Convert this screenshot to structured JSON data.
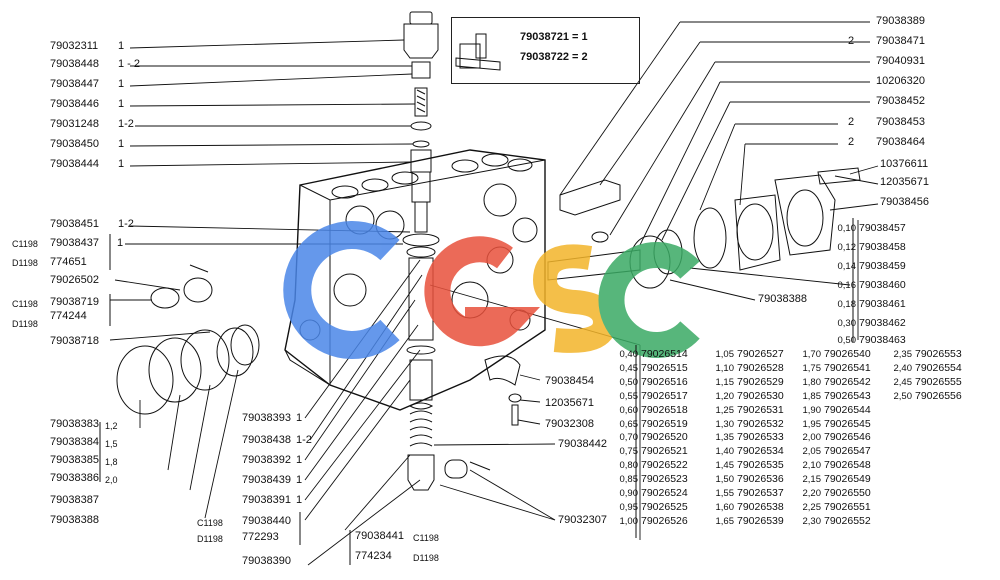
{
  "inset": {
    "line1": "79038721 = 1",
    "line2": "79038722 = 2"
  },
  "left_labels": [
    {
      "code": "79032311",
      "qty": "1"
    },
    {
      "code": "79038448",
      "qty": "1 - 2"
    },
    {
      "code": "79038447",
      "qty": "1"
    },
    {
      "code": "79038446",
      "qty": "1"
    },
    {
      "code": "79031248",
      "qty": "1-2"
    },
    {
      "code": "79038450",
      "qty": "1"
    },
    {
      "code": "79038444",
      "qty": "1"
    },
    {
      "code": "79038451",
      "qty": "1-2"
    }
  ],
  "left_group1": {
    "variant1": "C1198",
    "code1": "79038437",
    "variant2": "D1198",
    "code2": "774651",
    "qty": "1"
  },
  "left_mid": {
    "code": "79026502"
  },
  "left_group2": {
    "variant1": "C1198",
    "code1": "79038719",
    "variant2": "D1198",
    "code2": "774244"
  },
  "left_718": {
    "code": "79038718"
  },
  "left_bottom": [
    {
      "code": "79038383",
      "val": "1,2"
    },
    {
      "code": "79038384",
      "val": "1,5"
    },
    {
      "code": "79038385",
      "val": "1,8"
    },
    {
      "code": "79038386",
      "val": "2,0"
    },
    {
      "code": "79038387",
      "val": ""
    },
    {
      "code": "79038388",
      "val": ""
    }
  ],
  "center_labels": [
    {
      "code": "79038393",
      "qty": "1"
    },
    {
      "code": "79038438",
      "qty": "1-2"
    },
    {
      "code": "79038392",
      "qty": "1"
    },
    {
      "code": "79038439",
      "qty": "1"
    },
    {
      "code": "79038391",
      "qty": "1"
    }
  ],
  "center_group": {
    "variant1": "C1198",
    "code1": "79038440",
    "variant2": "D1198",
    "code2": "772293"
  },
  "center_390": {
    "code": "79038390"
  },
  "center_group2": {
    "code1": "79038441",
    "variant1": "C1198",
    "code2": "774234",
    "variant2": "D1198"
  },
  "mid_labels": [
    {
      "code": "79038454"
    },
    {
      "code": "12035671"
    },
    {
      "code": "79032308"
    },
    {
      "code": "79038442"
    },
    {
      "code": "79032307"
    }
  ],
  "right_labels": [
    {
      "qty": "",
      "code": "79038389"
    },
    {
      "qty": "2",
      "code": "79038471"
    },
    {
      "qty": "",
      "code": "79040931"
    },
    {
      "qty": "",
      "code": "10206320"
    },
    {
      "qty": "",
      "code": "79038452"
    },
    {
      "qty": "2",
      "code": "79038453"
    },
    {
      "qty": "2",
      "code": "79038464"
    },
    {
      "qty": "",
      "code": "10376611"
    },
    {
      "qty": "",
      "code": "12035671"
    },
    {
      "qty": "",
      "code": "79038456"
    }
  ],
  "shim_457": [
    {
      "size": "0,10",
      "code": "79038457"
    },
    {
      "size": "0,12",
      "code": "79038458"
    },
    {
      "size": "0,14",
      "code": "79038459"
    },
    {
      "size": "0,16",
      "code": "79038460"
    },
    {
      "size": "0,18",
      "code": "79038461"
    },
    {
      "size": "0,30",
      "code": "79038462"
    },
    {
      "size": "0,50",
      "code": "79038463"
    }
  ],
  "label_388": {
    "code": "79038388"
  },
  "table": {
    "col1": [
      {
        "size": "0,40",
        "code": "79026514"
      },
      {
        "size": "0,45",
        "code": "79026515"
      },
      {
        "size": "0,50",
        "code": "79026516"
      },
      {
        "size": "0,55",
        "code": "79026517"
      },
      {
        "size": "0,60",
        "code": "79026518"
      },
      {
        "size": "0,65",
        "code": "79026519"
      },
      {
        "size": "0,70",
        "code": "79026520"
      },
      {
        "size": "0,75",
        "code": "79026521"
      },
      {
        "size": "0,80",
        "code": "79026522"
      },
      {
        "size": "0,85",
        "code": "79026523"
      },
      {
        "size": "0,90",
        "code": "79026524"
      },
      {
        "size": "0,95",
        "code": "79026525"
      },
      {
        "size": "1,00",
        "code": "79026526"
      }
    ],
    "col2": [
      {
        "size": "1,05",
        "code": "79026527"
      },
      {
        "size": "1,10",
        "code": "79026528"
      },
      {
        "size": "1,15",
        "code": "79026529"
      },
      {
        "size": "1,20",
        "code": "79026530"
      },
      {
        "size": "1,25",
        "code": "79026531"
      },
      {
        "size": "1,30",
        "code": "79026532"
      },
      {
        "size": "1,35",
        "code": "79026533"
      },
      {
        "size": "1,40",
        "code": "79026534"
      },
      {
        "size": "1,45",
        "code": "79026535"
      },
      {
        "size": "1,50",
        "code": "79026536"
      },
      {
        "size": "1,55",
        "code": "79026537"
      },
      {
        "size": "1,60",
        "code": "79026538"
      },
      {
        "size": "1,65",
        "code": "79026539"
      }
    ],
    "col3": [
      {
        "size": "1,70",
        "code": "79026540"
      },
      {
        "size": "1,75",
        "code": "79026541"
      },
      {
        "size": "1,80",
        "code": "79026542"
      },
      {
        "size": "1,85",
        "code": "79026543"
      },
      {
        "size": "1,90",
        "code": "79026544"
      },
      {
        "size": "1,95",
        "code": "79026545"
      },
      {
        "size": "2,00",
        "code": "79026546"
      },
      {
        "size": "2,05",
        "code": "79026547"
      },
      {
        "size": "2,10",
        "code": "79026548"
      },
      {
        "size": "2,15",
        "code": "79026549"
      },
      {
        "size": "2,20",
        "code": "79026550"
      },
      {
        "size": "2,25",
        "code": "79026551"
      },
      {
        "size": "2,30",
        "code": "79026552"
      }
    ],
    "col4": [
      {
        "size": "2,35",
        "code": "79026553"
      },
      {
        "size": "2,40",
        "code": "79026554"
      },
      {
        "size": "2,45",
        "code": "79026555"
      },
      {
        "size": "2,50",
        "code": "79026556"
      }
    ]
  },
  "watermark": {
    "letters": [
      "C",
      "G",
      "S",
      "C"
    ],
    "colors": [
      "#4a86e8",
      "#e8513c",
      "#f3b52a",
      "#3aaa64"
    ]
  }
}
